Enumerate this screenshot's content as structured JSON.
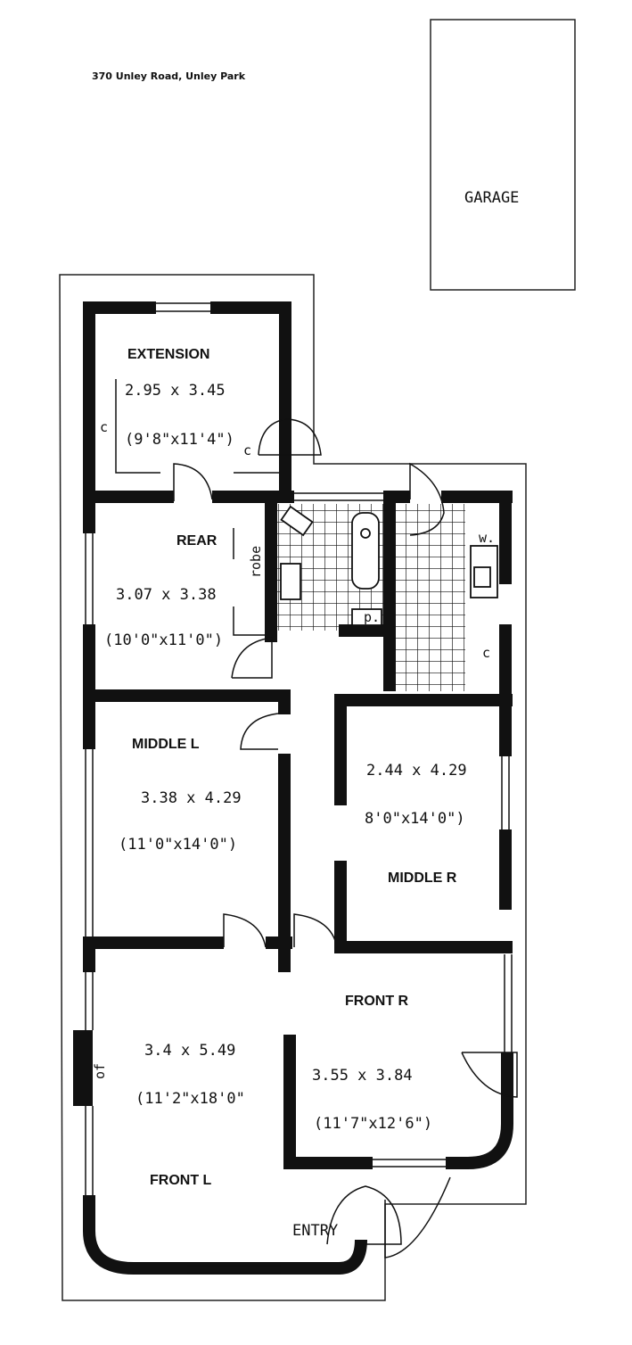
{
  "title": "370 Unley Road, Unley Park",
  "garage": {
    "label": "GARAGE"
  },
  "rooms": {
    "extension": {
      "name": "EXTENSION",
      "metric": "2.95 x 3.45",
      "imperial": "(9'8\"x11'4\")"
    },
    "rear": {
      "name": "REAR",
      "metric": "3.07 x 3.38",
      "imperial": "(10'0\"x11'0\")"
    },
    "middle_l": {
      "name": "MIDDLE L",
      "metric": "3.38 x 4.29",
      "imperial": "(11'0\"x14'0\")"
    },
    "middle_r": {
      "name": "MIDDLE R",
      "metric": "2.44 x 4.29",
      "imperial": "8'0\"x14'0\")"
    },
    "front_r": {
      "name": "FRONT R",
      "metric": "3.55 x 3.84",
      "imperial": "(11'7\"x12'6\")"
    },
    "front_l": {
      "name": "FRONT L",
      "metric": "3.4 x 5.49",
      "imperial": "(11'2\"x18'0\""
    },
    "entry": {
      "name": "ENTRY"
    }
  },
  "annotations": {
    "cupboard_ext_left": "c",
    "cupboard_ext_bottom": "c",
    "robe": "robe",
    "washer": "w.",
    "pantry": "p.",
    "cupboard_laundry": "c",
    "fireplace": "of"
  },
  "colors": {
    "wall": "#111111",
    "background": "#ffffff"
  }
}
